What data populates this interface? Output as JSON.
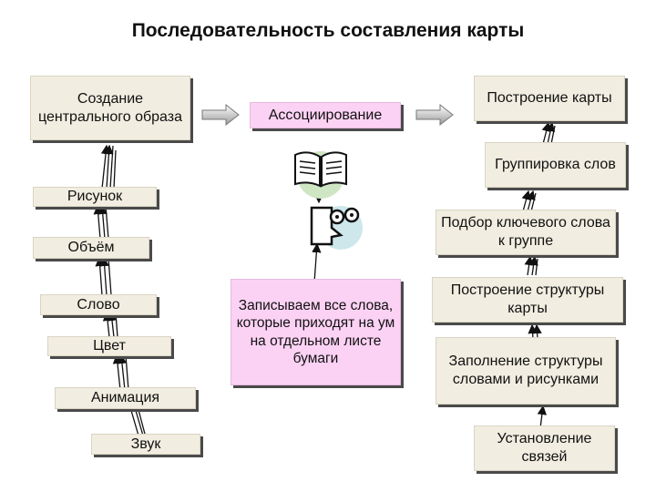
{
  "title": "Последовательность составления карты",
  "left_column": {
    "central_image": "Создание центрального образа",
    "picture": "Рисунок",
    "volume": "Объём",
    "word": "Слово",
    "color": "Цвет",
    "animation": "Анимация",
    "sound": "Звук"
  },
  "middle_column": {
    "association": "Ассоциирование",
    "write_words": "Записываем все слова, которые приходят на ум на отдельном листе бумаги"
  },
  "right_column": {
    "build_map": "Построение карты",
    "group_words": "Группировка слов",
    "key_word": "Подбор ключевого слова к группе",
    "structure": "Построение структуры карты",
    "fill_structure": "Заполнение структуры словами и рисунками",
    "connections": "Установление связей"
  },
  "icons": {
    "book": "open-book-icon",
    "face": "thinking-face-icon",
    "block_arrow": "block-arrow-right-icon"
  },
  "colors": {
    "box_fill": "#f1ede0",
    "highlight_fill": "#fcd2f4",
    "icon_circle": "#cfe6c4",
    "face_circle": "#cde7ea"
  }
}
